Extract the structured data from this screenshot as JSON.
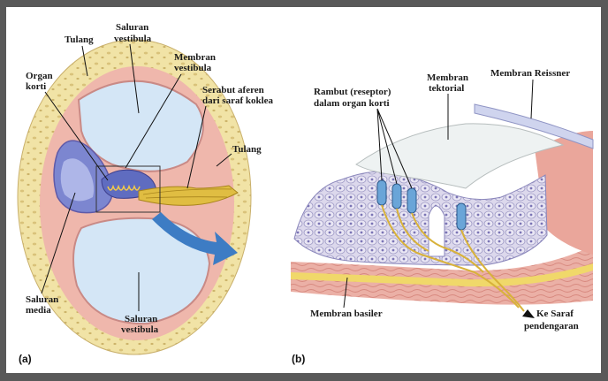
{
  "figure": {
    "panel_a": {
      "marker": "(a)",
      "labels": {
        "tulang_top": "Tulang",
        "saluran_vestibula_top_1": "Saluran",
        "saluran_vestibula_top_2": "vestibula",
        "membran_vestibula_1": "Membran",
        "membran_vestibula_2": "vestibula",
        "serabut_1": "Serabut aferen",
        "serabut_2": "dari saraf koklea",
        "organ_korti_1": "Organ",
        "organ_korti_2": "korti",
        "tulang_right": "Tulang",
        "saluran_media_1": "Saluran",
        "saluran_media_2": "media",
        "saluran_vestibula_bottom_1": "Saluran",
        "saluran_vestibula_bottom_2": "vestibula"
      }
    },
    "panel_b": {
      "marker": "(b)",
      "labels": {
        "rambut_1": "Rambut (reseptor)",
        "rambut_2": "dalam organ korti",
        "membran_tektorial_1": "Membran",
        "membran_tektorial_2": "tektorial",
        "membran_reissner": "Membran Reissner",
        "membran_basiler": "Membran basiler",
        "ke_saraf_1": "Ke Saraf",
        "ke_saraf_2": "pendengaran"
      }
    },
    "colors": {
      "bone": "#f1e3a6",
      "fluid": "#cfe3f5",
      "tissue": "#e8a7a0",
      "nerve": "#d8b23a",
      "organ": "#6f78c8",
      "arrow": "#3d7cc4"
    }
  }
}
